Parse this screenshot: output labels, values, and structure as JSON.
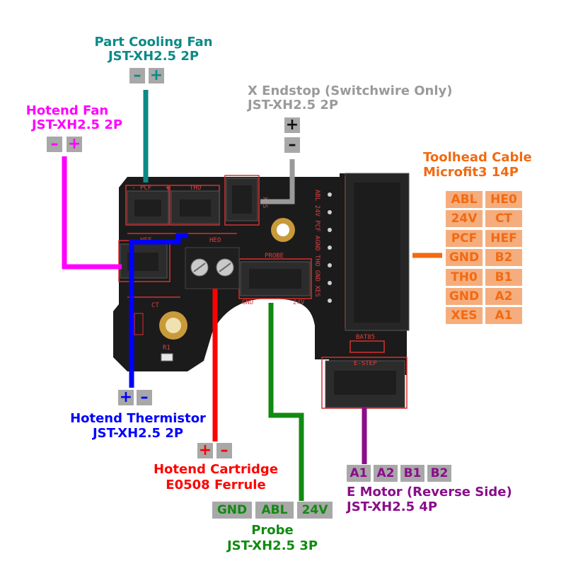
{
  "colors": {
    "cooling_fan": "#0d8a86",
    "hotend_fan": "#ff00ff",
    "endstop": "#9a9a9a",
    "toolhead": "#f26a12",
    "thermistor": "#0000ff",
    "cartridge": "#ff0000",
    "probe": "#118a11",
    "motor": "#8a0d8a",
    "pin_bg": "#a8a8a8",
    "pcb": "#1a1a1a"
  },
  "part_cooling_fan": {
    "title": "Part Cooling Fan",
    "connector": "JST-XH2.5 2P",
    "pins": [
      "–",
      "+"
    ]
  },
  "hotend_fan": {
    "title": "Hotend Fan",
    "connector": "JST-XH2.5 2P",
    "pins": [
      "–",
      "+"
    ]
  },
  "x_endstop": {
    "title": "X Endstop (Switchwire Only)",
    "connector": "JST-XH2.5 2P",
    "pins": [
      "+",
      "–"
    ]
  },
  "toolhead_cable": {
    "title": "Toolhead Cable",
    "connector": "Microfit3 14P",
    "pins": [
      [
        "ABL",
        "HE0"
      ],
      [
        "24V",
        "CT"
      ],
      [
        "PCF",
        "HEF"
      ],
      [
        "GND",
        "B2"
      ],
      [
        "TH0",
        "B1"
      ],
      [
        "GND",
        "A2"
      ],
      [
        "XES",
        "A1"
      ]
    ]
  },
  "hotend_thermistor": {
    "title": "Hotend Thermistor",
    "connector": "JST-XH2.5 2P",
    "pins": [
      "+",
      "–"
    ]
  },
  "hotend_cartridge": {
    "title": "Hotend Cartridge",
    "connector": "E0508 Ferrule",
    "pins": [
      "+",
      "–"
    ]
  },
  "probe": {
    "title": "Probe",
    "connector": "JST-XH2.5 3P",
    "pins": [
      "GND",
      "ABL",
      "24V"
    ]
  },
  "e_motor": {
    "title": "E Motor (Reverse Side)",
    "connector": "JST-XH2.5 4P",
    "pins": [
      "A1",
      "A2",
      "B1",
      "B2"
    ]
  },
  "pcb_labels": {
    "pcf": "PCF",
    "tho": "THO",
    "xes": "XES",
    "hef": "HEF",
    "heo": "HEO",
    "probe": "PROBE",
    "gnd": "GND",
    "v24": "24V",
    "ct": "CT",
    "r1": "R1",
    "estep": "E-STEP",
    "bat": "BAT85",
    "header_pins": "ABL 24V PCF AGND THO GND XES",
    "minus": "-",
    "plus": "+"
  }
}
